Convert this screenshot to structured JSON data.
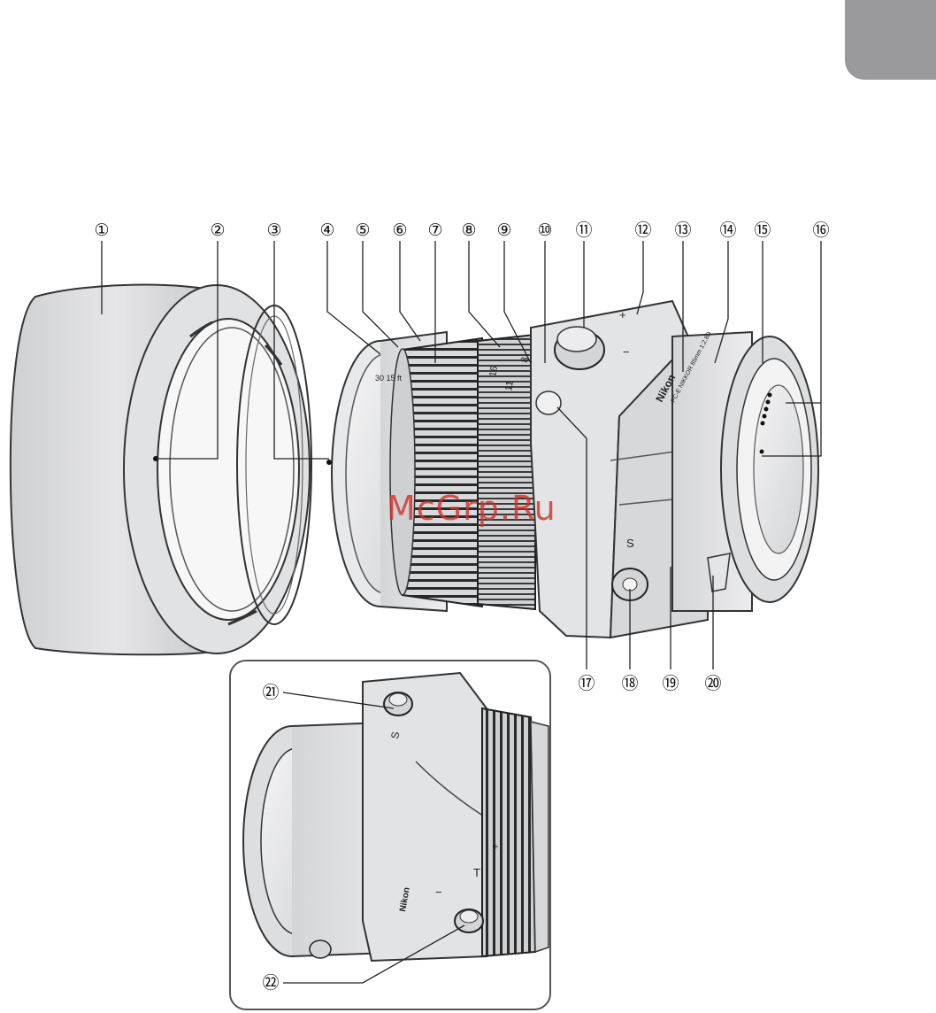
{
  "watermark": "McGrp.Ru",
  "callouts_top": [
    "①",
    "②",
    "③",
    "④",
    "⑤",
    "⑥",
    "⑦",
    "⑧",
    "⑨",
    "⑩",
    "⑪",
    "⑫",
    "⑬",
    "⑭",
    "⑮",
    "⑯"
  ],
  "callouts_bottom": [
    "⑰",
    "⑱",
    "⑲",
    "⑳"
  ],
  "callouts_inset": [
    "㉑",
    "㉒"
  ],
  "lens_markings": {
    "brand": "Nikon",
    "model": "PC-E NIKKOR 85mm 1:2.8D",
    "aperture_scale": [
      "16",
      "11",
      "8"
    ],
    "distance_scale": "30 15 ft",
    "shift_label": "S",
    "tilt_label": "T",
    "plus": "+",
    "minus": "−"
  }
}
